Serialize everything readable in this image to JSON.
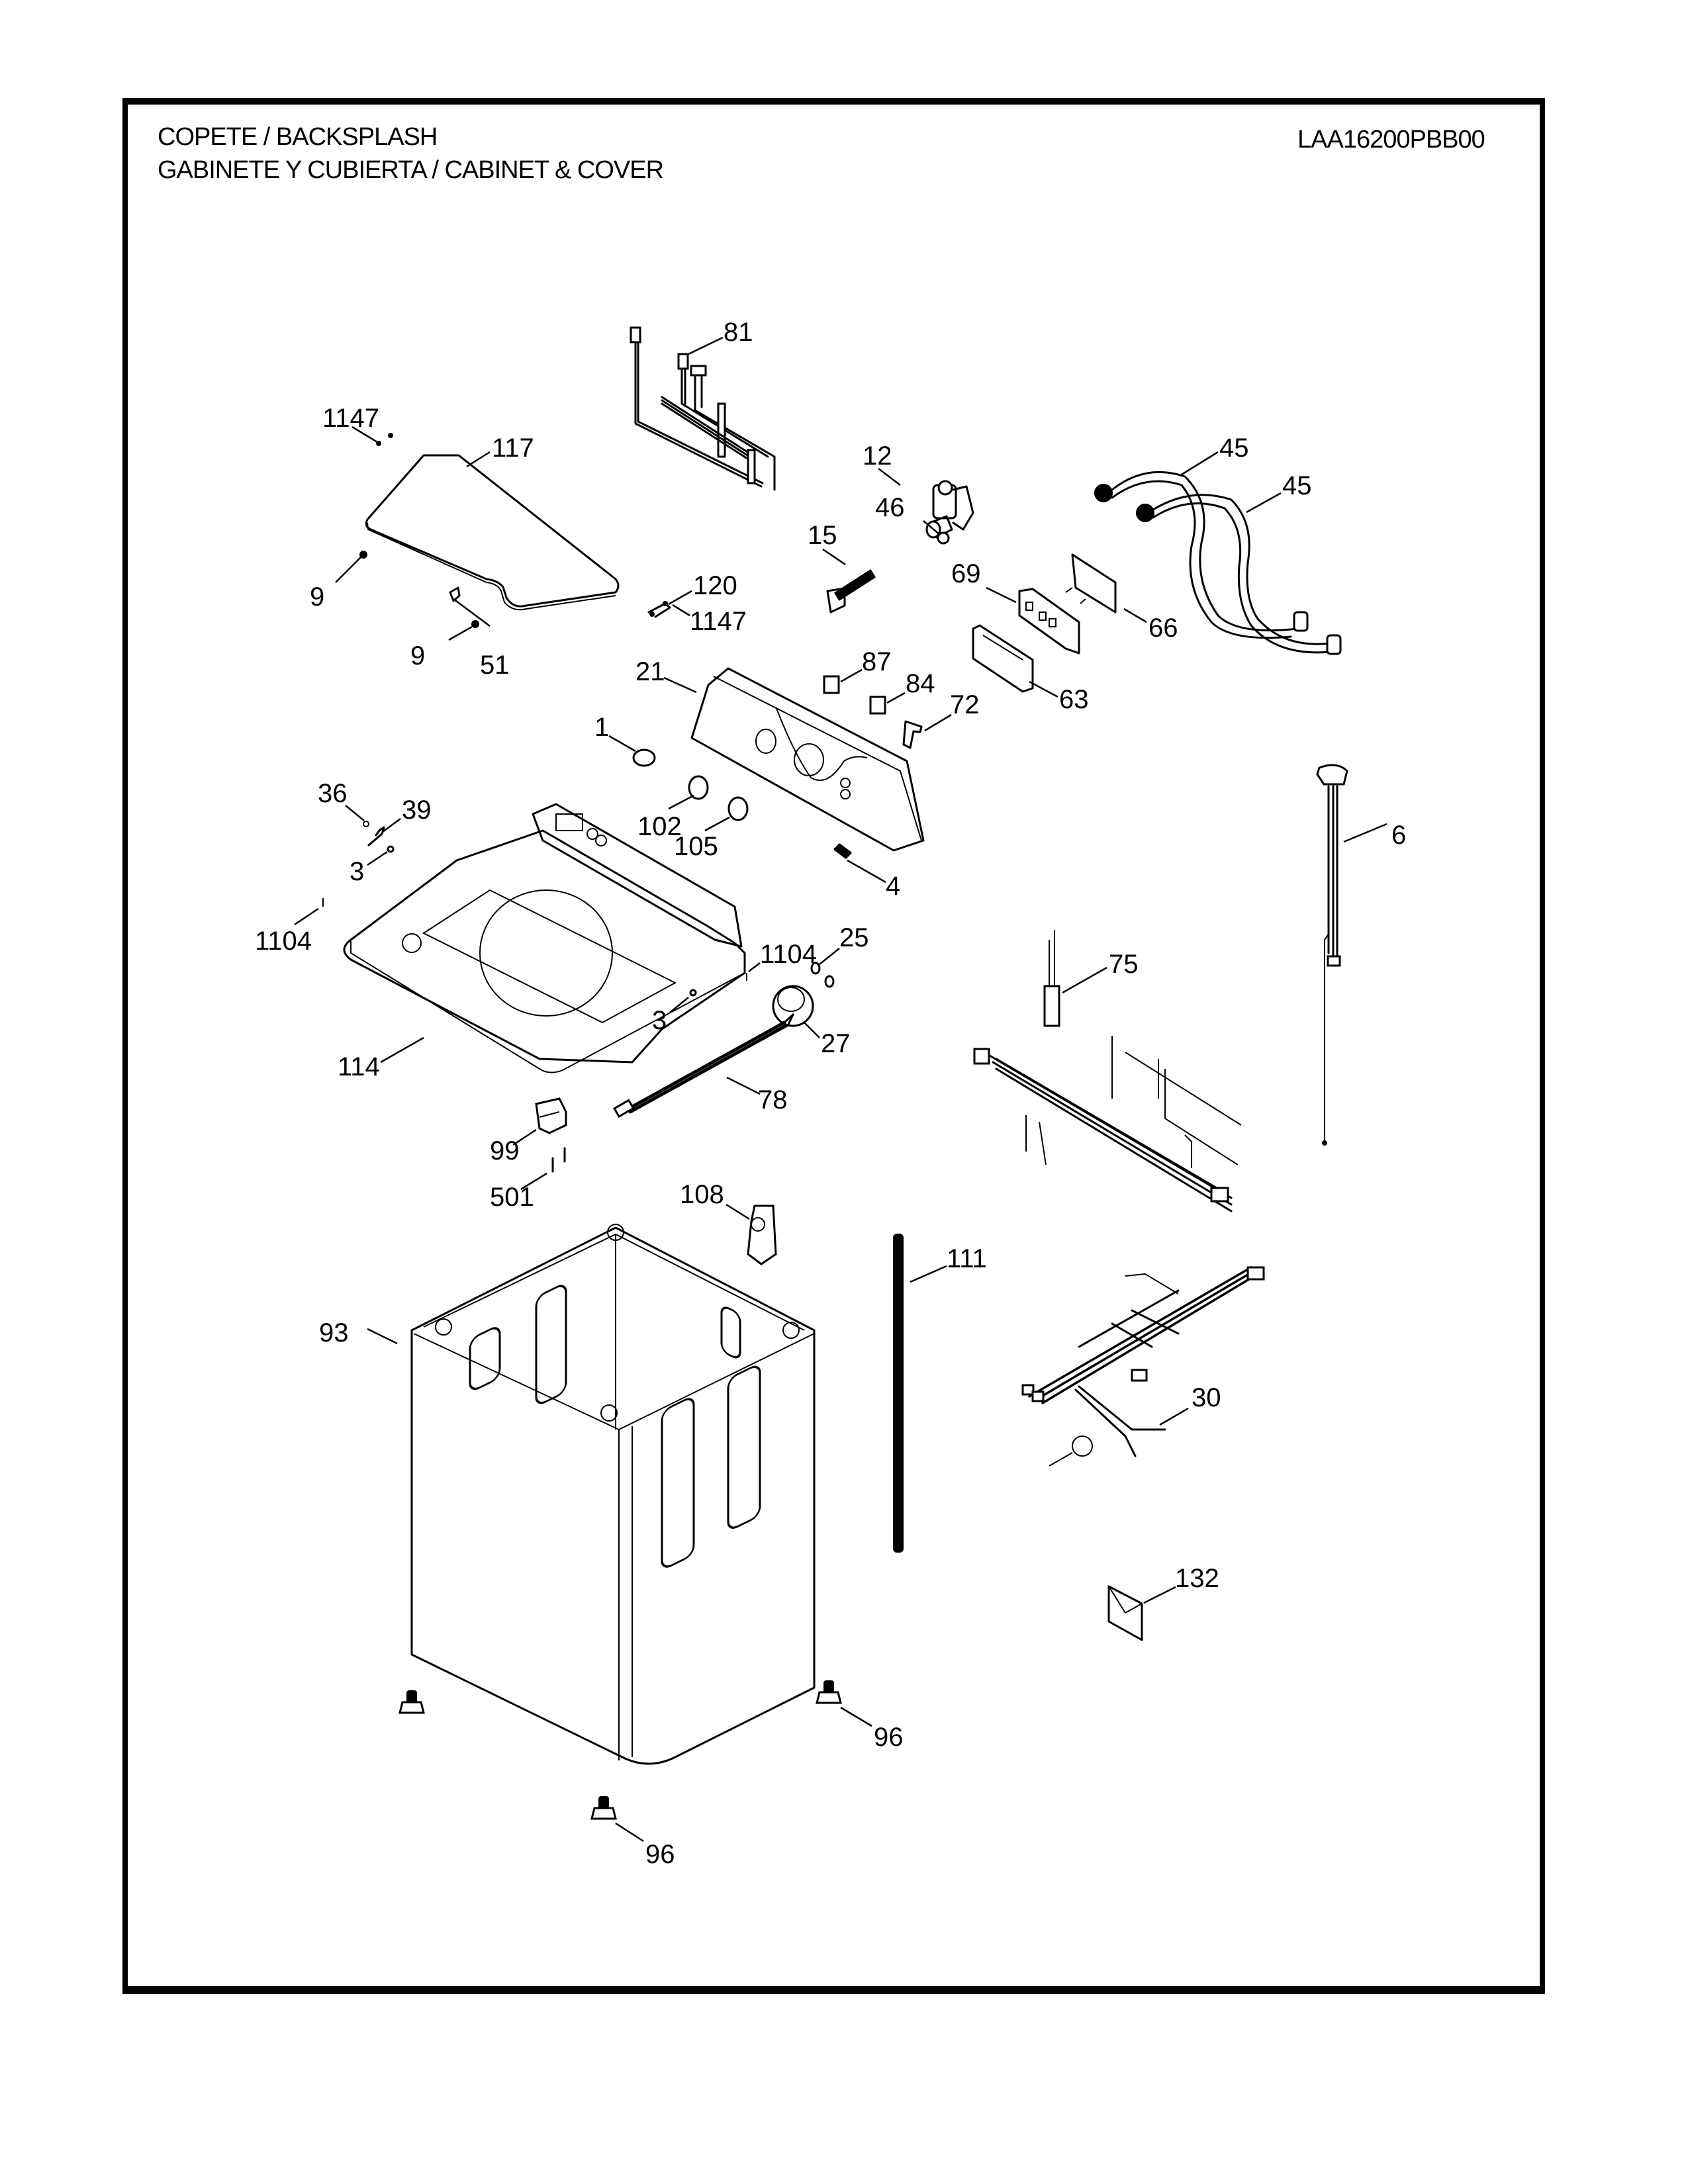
{
  "header": {
    "title_line1": "COPETE / BACKSPLASH",
    "title_line2": "GABINETE Y CUBIERTA / CABINET & COVER",
    "model_number": "LAA16200PBB00"
  },
  "diagram": {
    "type": "exploded-parts-diagram",
    "subject": "Washer cabinet, cover and backsplash",
    "callouts": [
      {
        "label": "81",
        "part": "wire-harness-top"
      },
      {
        "label": "1147",
        "part": "screw-lid-left"
      },
      {
        "label": "117",
        "part": "lid"
      },
      {
        "label": "12",
        "part": "water-valve"
      },
      {
        "label": "45",
        "part": "inlet-hose-1"
      },
      {
        "label": "45",
        "part": "inlet-hose-2"
      },
      {
        "label": "46",
        "part": "hose-clamp"
      },
      {
        "label": "15",
        "part": "fill-hose-nozzle"
      },
      {
        "label": "120",
        "part": "lid-hinge"
      },
      {
        "label": "1147",
        "part": "screw-lid-right"
      },
      {
        "label": "9",
        "part": "lid-bumper-1"
      },
      {
        "label": "9",
        "part": "lid-bumper-2"
      },
      {
        "label": "51",
        "part": "lid-stop"
      },
      {
        "label": "69",
        "part": "control-board"
      },
      {
        "label": "66",
        "part": "board-bracket"
      },
      {
        "label": "63",
        "part": "board-cover"
      },
      {
        "label": "21",
        "part": "backsplash"
      },
      {
        "label": "87",
        "part": "switch-87"
      },
      {
        "label": "84",
        "part": "switch-84"
      },
      {
        "label": "72",
        "part": "switch-72"
      },
      {
        "label": "1",
        "part": "knob-1"
      },
      {
        "label": "102",
        "part": "pin"
      },
      {
        "label": "105",
        "part": "lid-switch-actuator"
      },
      {
        "label": "36",
        "part": "knob-36"
      },
      {
        "label": "39",
        "part": "knob-39"
      },
      {
        "label": "3",
        "part": "nut-upper"
      },
      {
        "label": "4",
        "part": "spring"
      },
      {
        "label": "6",
        "part": "water-level-sensor"
      },
      {
        "label": "1104",
        "part": "screw-left"
      },
      {
        "label": "25",
        "part": "clip"
      },
      {
        "label": "75",
        "part": "main-wire-harness"
      },
      {
        "label": "1104",
        "part": "screw-right"
      },
      {
        "label": "27",
        "part": "pressure-switch"
      },
      {
        "label": "3",
        "part": "nut-lower"
      },
      {
        "label": "114",
        "part": "top-cover"
      },
      {
        "label": "78",
        "part": "harness-78"
      },
      {
        "label": "99",
        "part": "lid-lock"
      },
      {
        "label": "501",
        "part": "screw-501"
      },
      {
        "label": "108",
        "part": "corner-bracket"
      },
      {
        "label": "111",
        "part": "rod"
      },
      {
        "label": "93",
        "part": "cabinet"
      },
      {
        "label": "30",
        "part": "lower-wire-harness"
      },
      {
        "label": "132",
        "part": "literature-envelope"
      },
      {
        "label": "96",
        "part": "leveling-leg-right"
      },
      {
        "label": "96",
        "part": "leveling-leg-front"
      }
    ]
  }
}
